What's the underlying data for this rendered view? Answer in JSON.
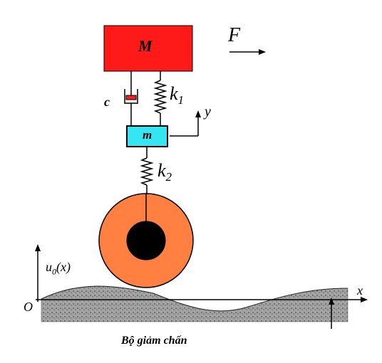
{
  "diagram": {
    "mass_upper_label": "M",
    "mass_lower_label": "m",
    "damper_label": "c",
    "spring1_label": {
      "base": "k",
      "sub": "1"
    },
    "spring2_label": {
      "base": "k",
      "sub": "2"
    },
    "force_label": "F",
    "y_axis_label": "y",
    "road_profile_label": {
      "base": "u",
      "sub": "0",
      "arg": "(x)"
    },
    "origin_label": "O",
    "x_axis_label": "x",
    "caption": "Bộ giảm chấn",
    "colors": {
      "mass_upper": "#ff1a1a",
      "mass_lower": "#33e6f2",
      "damper_piston": "#ee2222",
      "wheel_tire": "#ff8040",
      "wheel_hub": "#000000",
      "ground": "#9a9a9a"
    }
  }
}
